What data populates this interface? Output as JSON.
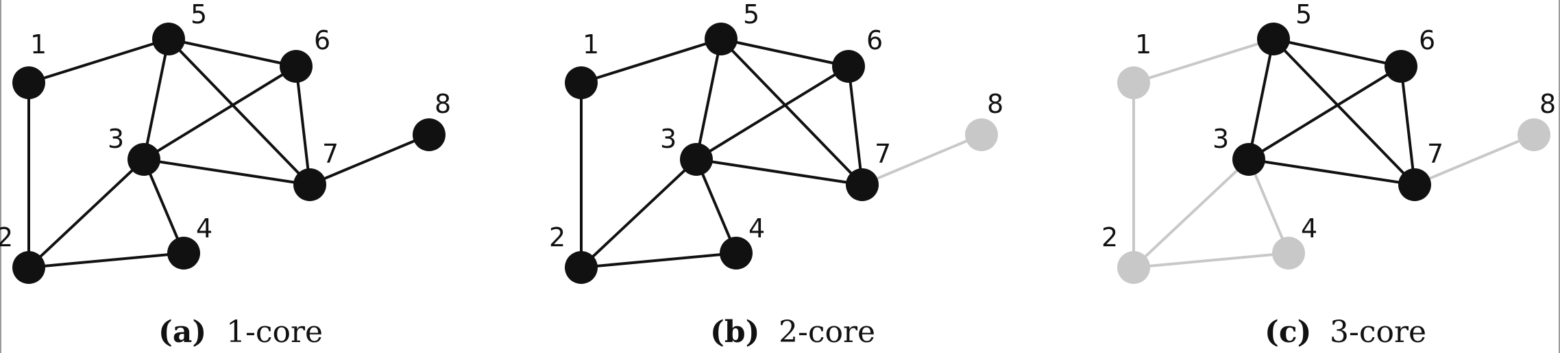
{
  "figure": {
    "colors": {
      "active": "#111111",
      "inactive": "#c8c8c8"
    },
    "panels": [
      {
        "id": "a",
        "caption_letter": "(a)",
        "caption_text": "1-core",
        "core_k": 1,
        "inactive_nodes": []
      },
      {
        "id": "b",
        "caption_letter": "(b)",
        "caption_text": "2-core",
        "core_k": 2,
        "inactive_nodes": [
          "8"
        ]
      },
      {
        "id": "c",
        "caption_letter": "(c)",
        "caption_text": "3-core",
        "core_k": 3,
        "inactive_nodes": [
          "1",
          "2",
          "4",
          "8"
        ]
      }
    ],
    "nodes": [
      {
        "id": "1",
        "label": "1"
      },
      {
        "id": "2",
        "label": "2"
      },
      {
        "id": "3",
        "label": "3"
      },
      {
        "id": "4",
        "label": "4"
      },
      {
        "id": "5",
        "label": "5"
      },
      {
        "id": "6",
        "label": "6"
      },
      {
        "id": "7",
        "label": "7"
      },
      {
        "id": "8",
        "label": "8"
      }
    ],
    "edges": [
      [
        "1",
        "5"
      ],
      [
        "1",
        "2"
      ],
      [
        "2",
        "3"
      ],
      [
        "2",
        "4"
      ],
      [
        "3",
        "4"
      ],
      [
        "3",
        "5"
      ],
      [
        "3",
        "6"
      ],
      [
        "3",
        "7"
      ],
      [
        "5",
        "6"
      ],
      [
        "5",
        "7"
      ],
      [
        "6",
        "7"
      ],
      [
        "7",
        "8"
      ]
    ]
  }
}
